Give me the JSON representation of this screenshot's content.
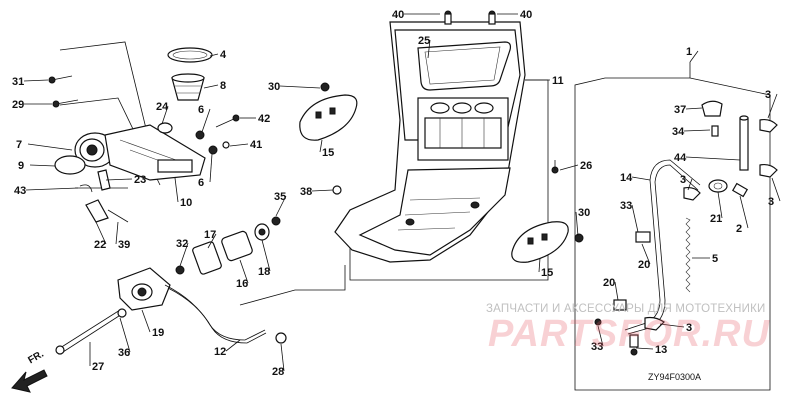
{
  "diagram": {
    "code": "ZY94F0300A",
    "front_label": "FR.",
    "watermark": {
      "caption": "ЗАПЧАСТИ И АКСЕССУАРЫ ДЛЯ МОТОТЕХНИКИ",
      "brand": "PARTSFOR.RU"
    },
    "callouts": [
      "40",
      "40",
      "25",
      "4",
      "31",
      "8",
      "29",
      "30",
      "11",
      "1",
      "37",
      "3",
      "24",
      "6",
      "42",
      "34",
      "7",
      "41",
      "15",
      "44",
      "26",
      "9",
      "6",
      "23",
      "14",
      "3",
      "3",
      "43",
      "38",
      "21",
      "10",
      "35",
      "33",
      "2",
      "22",
      "39",
      "30",
      "17",
      "32",
      "20",
      "5",
      "15",
      "18",
      "16",
      "19",
      "20",
      "3",
      "12",
      "36",
      "27",
      "33",
      "13",
      "28"
    ]
  }
}
